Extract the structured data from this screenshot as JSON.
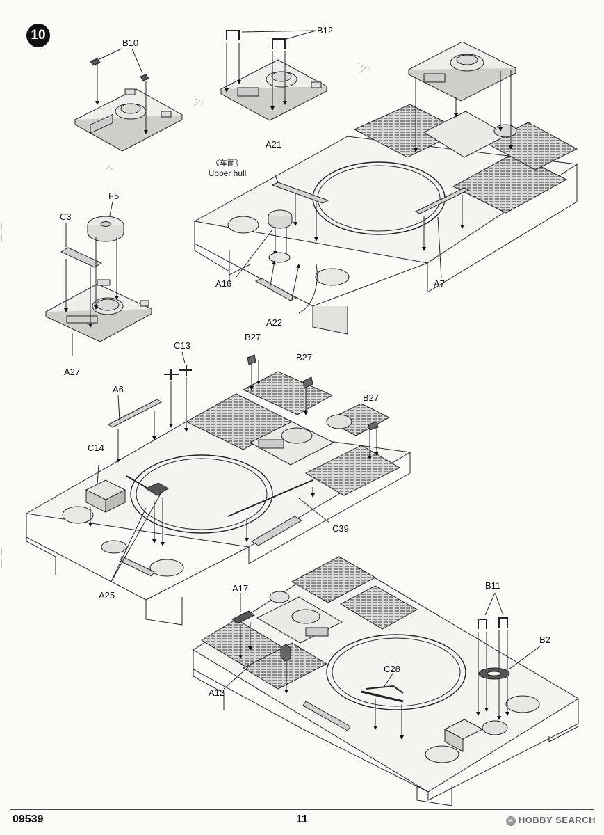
{
  "step": "10",
  "upper_hull_caption": {
    "cn": "《车面》",
    "en": "Upper hull"
  },
  "labels": {
    "B10": "B10",
    "B12": "B12",
    "A21": "A21",
    "F5": "F5",
    "C3": "C3",
    "A16": "A16",
    "A22": "A22",
    "A7": "A7",
    "A27": "A27",
    "C13": "C13",
    "B27": "B27",
    "A6": "A6",
    "C14": "C14",
    "C39": "C39",
    "A25": "A25",
    "A17": "A17",
    "B11": "B11",
    "B2": "B2",
    "C28": "C28",
    "A12": "A12"
  },
  "footer": {
    "code": "09539",
    "page": "11",
    "watermark": "HOBBY SEARCH"
  },
  "icons": [
    "arrow-chevron-icon",
    "step-number-icon",
    "hobby-search-logo-icon"
  ]
}
